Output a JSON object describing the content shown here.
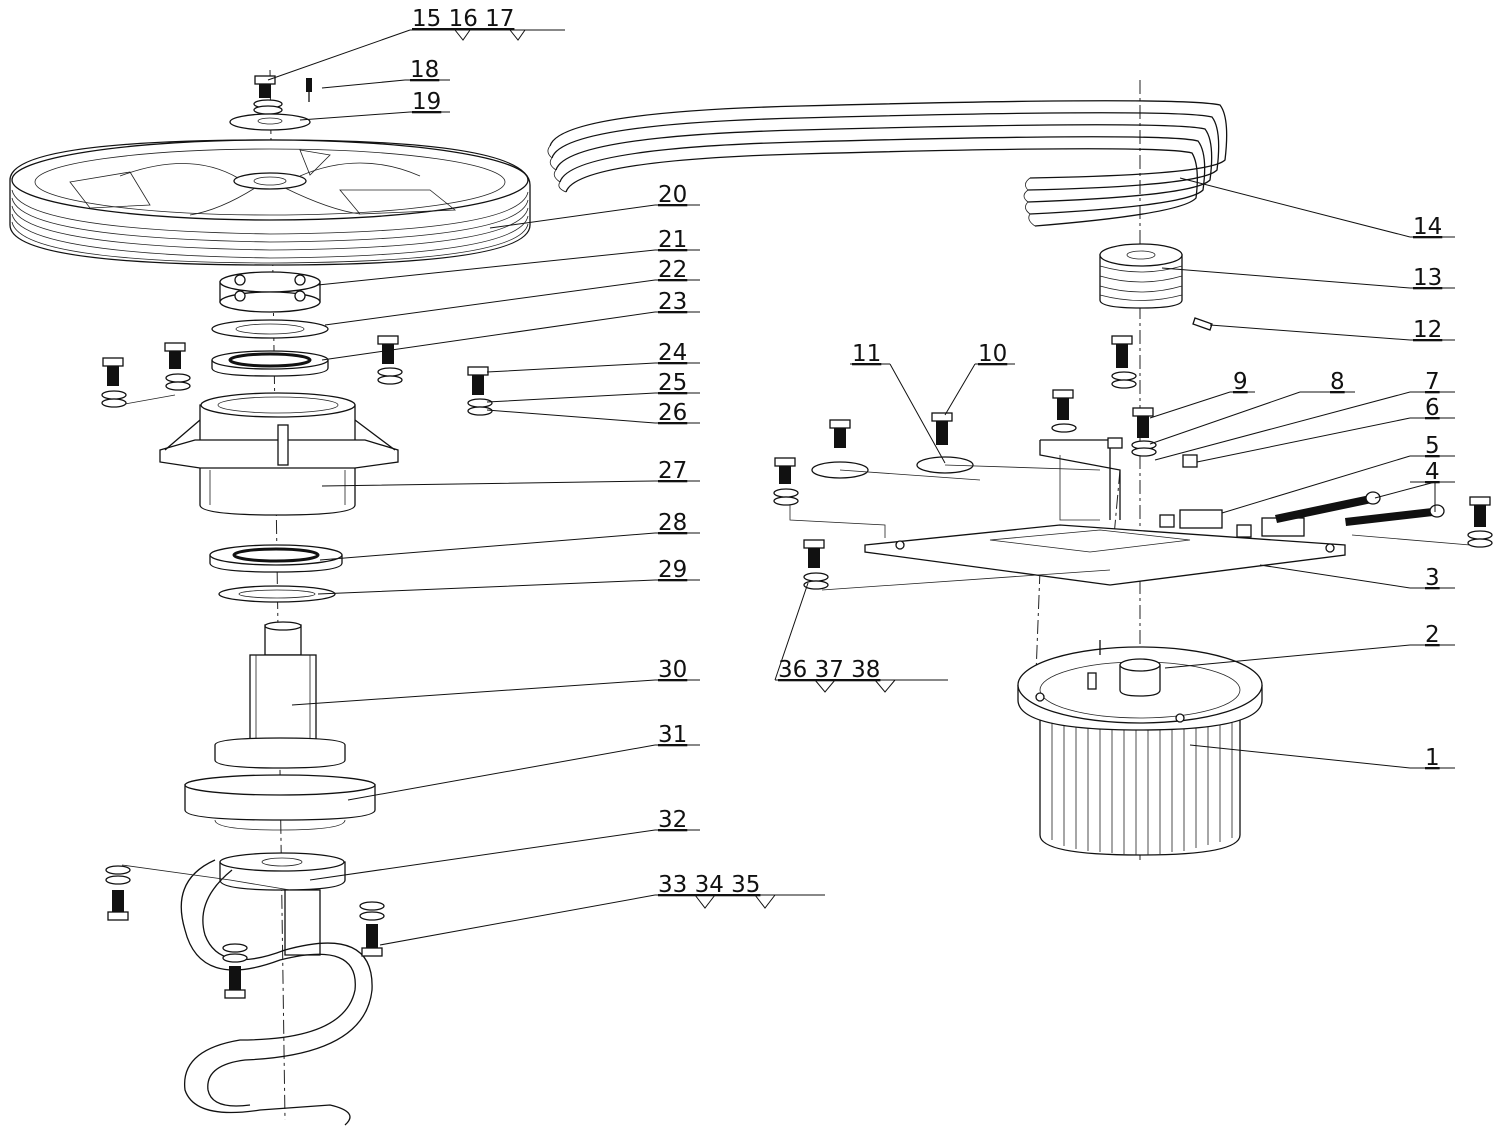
{
  "callouts": [
    {
      "id": "c1",
      "text": "1"
    },
    {
      "id": "c2",
      "text": "2"
    },
    {
      "id": "c3",
      "text": "3"
    },
    {
      "id": "c4",
      "text": "4"
    },
    {
      "id": "c5",
      "text": "5"
    },
    {
      "id": "c6",
      "text": "6"
    },
    {
      "id": "c7",
      "text": "7"
    },
    {
      "id": "c8",
      "text": "8"
    },
    {
      "id": "c9",
      "text": "9"
    },
    {
      "id": "c10",
      "text": "10"
    },
    {
      "id": "c11",
      "text": "11"
    },
    {
      "id": "c12",
      "text": "12"
    },
    {
      "id": "c13",
      "text": "13"
    },
    {
      "id": "c14",
      "text": "14"
    },
    {
      "id": "c15_17",
      "text": "15 16 17"
    },
    {
      "id": "c18",
      "text": "18"
    },
    {
      "id": "c19",
      "text": "19"
    },
    {
      "id": "c20",
      "text": "20"
    },
    {
      "id": "c21",
      "text": "21"
    },
    {
      "id": "c22",
      "text": "22"
    },
    {
      "id": "c23",
      "text": "23"
    },
    {
      "id": "c24",
      "text": "24"
    },
    {
      "id": "c25",
      "text": "25"
    },
    {
      "id": "c26",
      "text": "26"
    },
    {
      "id": "c27",
      "text": "27"
    },
    {
      "id": "c28",
      "text": "28"
    },
    {
      "id": "c29",
      "text": "29"
    },
    {
      "id": "c30",
      "text": "30"
    },
    {
      "id": "c31",
      "text": "31"
    },
    {
      "id": "c32",
      "text": "32"
    },
    {
      "id": "c33_35",
      "text": "33 34 35"
    },
    {
      "id": "c36_38",
      "text": "36 37 38"
    }
  ]
}
